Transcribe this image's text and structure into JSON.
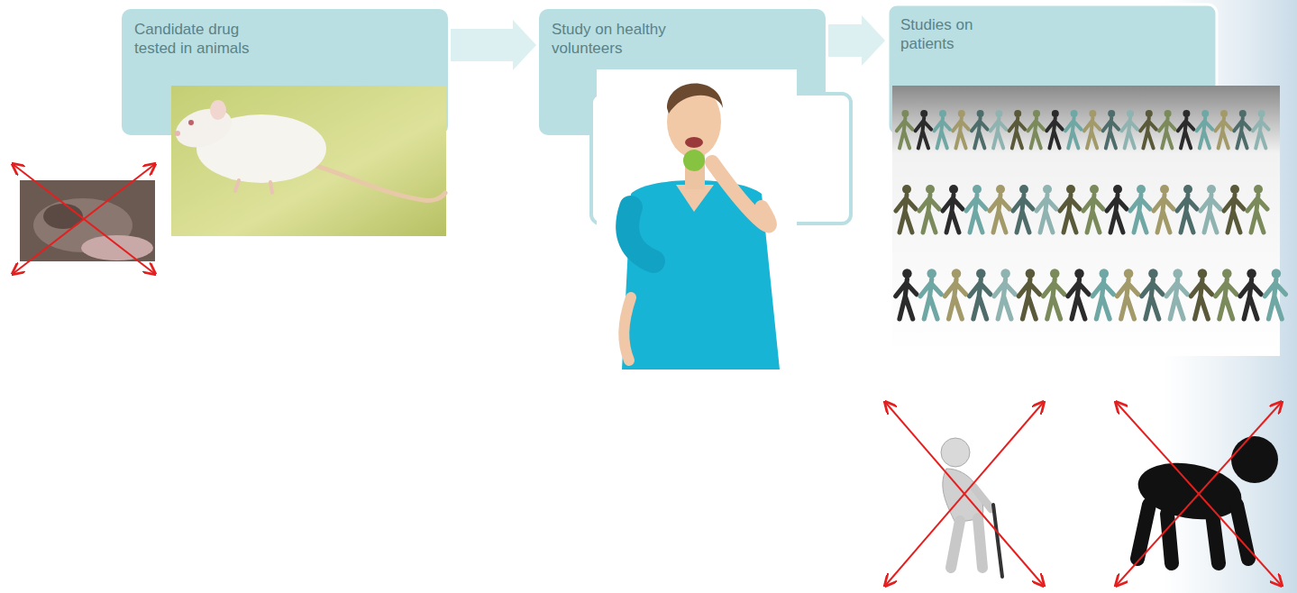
{
  "diagram": {
    "nodes": [
      {
        "text": [
          "Candidate drug tested in animals"
        ]
      },
      {
        "text": [
          "Study on healthy volunteers"
        ]
      },
      {
        "text": [
          "Studies on patients"
        ]
      }
    ],
    "edges": [
      {
        "from": 0,
        "to": 1,
        "arrow": "to"
      },
      {
        "from": 1,
        "to": 2,
        "arrow": "to"
      }
    ]
  }
}
